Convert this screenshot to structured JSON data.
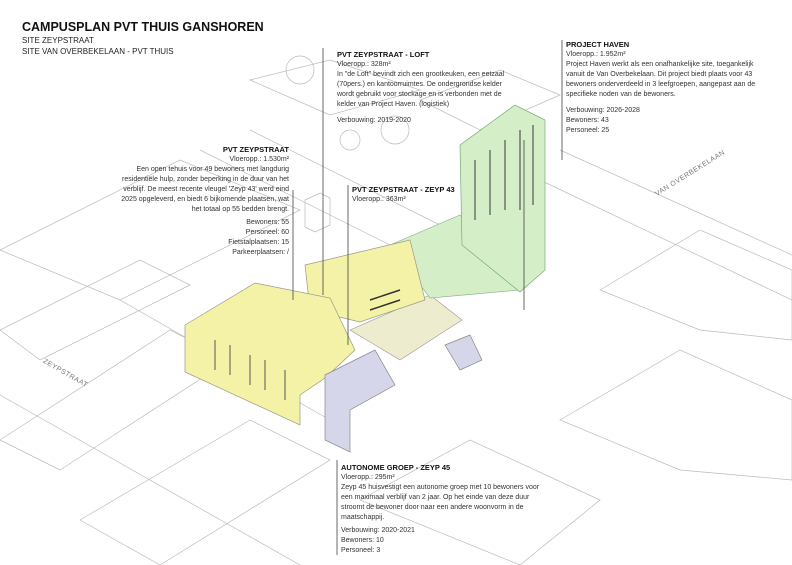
{
  "header": {
    "title": "CAMPUSPLAN PVT THUIS GANSHOREN",
    "subtitle1": "SITE ZEYPSTRAAT",
    "subtitle2": "SITE VAN OVERBEKELAAN - PVT THUIS"
  },
  "streets": {
    "zeypstraat": "ZEYPSTRAAT",
    "van_overbekelaan": "VAN OVERBEKELAAN"
  },
  "colors": {
    "yellow": "#f3f2a6",
    "green": "#d4efc8",
    "lavender": "#d6d6ea",
    "courtyard": "#eeeccf"
  },
  "loft": {
    "title": "PVT ZEYPSTRAAT - LOFT",
    "area": "Vloeropp.: 328m²",
    "desc": "In \"de Loft\"  bevindt zich een grootkeuken, een eetzaal (70pers.) en kantoorruimtes. De ondergrondse kelder wordt gebruikt voor stockage en is verbonden met de kelder van Project Haven. (logistiek)",
    "build": "Verbouwing: 2019-2020"
  },
  "haven": {
    "title": "PROJECT HAVEN",
    "area": "Vloeropp.: 1.952m²",
    "desc": "Project Haven werkt als een onafhankelijke site, toegankelijk vanuit de Van Overbekelaan. Dit project biedt plaats voor 43 bewoners onderverdeeld in 3 leefgroepen, aangepast aan de specifieke noden van de bewoners.",
    "build": "Verbouwing: 2026-2028",
    "residents": "Bewoners: 43",
    "staff": "Personeel: 25"
  },
  "zeypstraat": {
    "title": "PVT ZEYPSTRAAT",
    "area": "Vloeropp.: 1.530m²",
    "desc": "Een open tehuis voor 49 bewoners met langdurig residentiële hulp, zonder beperking in de duur van het verblijf.  De meest recente vleugel 'Zeyp 43' werd eind 2025 opgeleverd, en biedt 6 bijkomende plaatsen, wat het totaal op 55 bedden brengt.",
    "residents": "Bewoners: 55",
    "staff": "Personeel: 60",
    "bikes": "Fietstalplaatsen: 15",
    "parking": "Parkeerplaatsen: /"
  },
  "zeyp43": {
    "title": "PVT ZEYPSTRAAT - ZEYP 43",
    "area": "Vloeropp.: 363m²"
  },
  "zeyp45": {
    "title": "AUTONOME GROEP - ZEYP 45",
    "area": "Vloeropp.: 295m²",
    "desc": "Zeyp 45 huisvestigt een autonome groep met 10 bewoners voor een maximaal verblijf van 2 jaar. Op het einde van deze duur stroomt de bewoner door naar een andere woonvorm in de maatschappij.",
    "build": "Verbouwing: 2020-2021",
    "residents": "Bewoners: 10",
    "staff": "Personeel: 3"
  }
}
